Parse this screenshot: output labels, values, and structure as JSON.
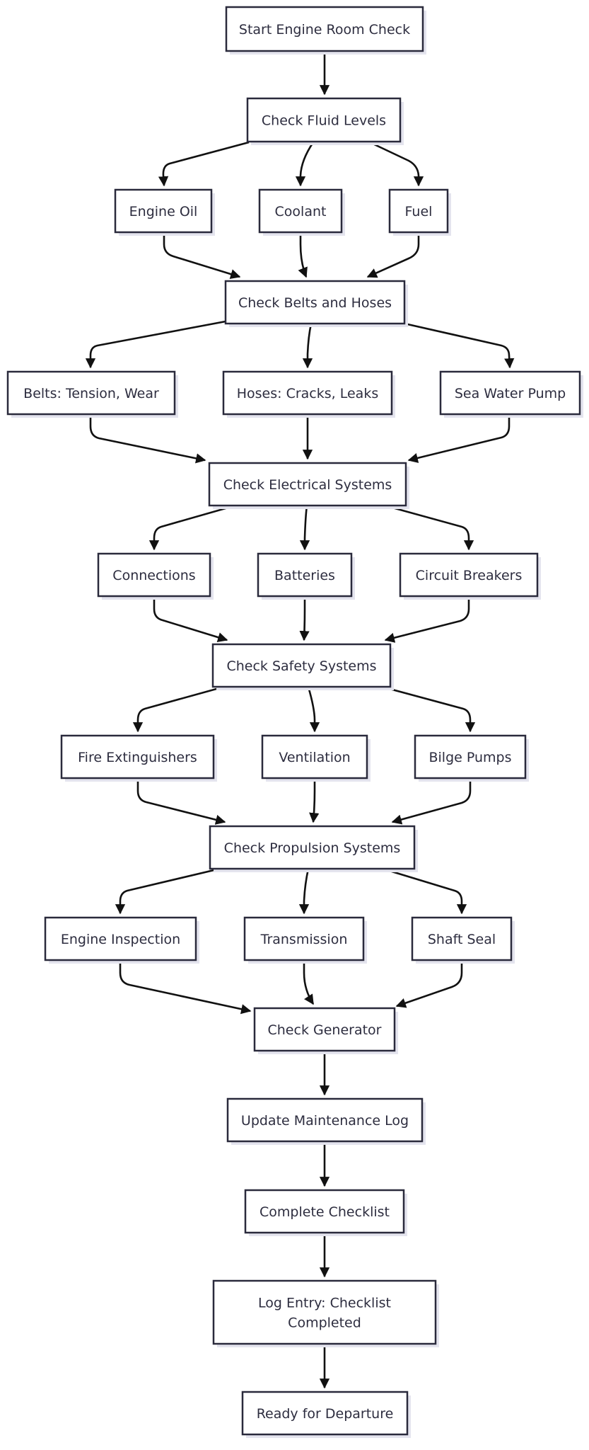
{
  "nodes": [
    {
      "id": "start",
      "label": "Start Engine Room Check"
    },
    {
      "id": "fluids",
      "label": "Check Fluid Levels"
    },
    {
      "id": "oil",
      "label": "Engine Oil"
    },
    {
      "id": "coolant",
      "label": "Coolant"
    },
    {
      "id": "fuel",
      "label": "Fuel"
    },
    {
      "id": "belts_hoses",
      "label": "Check Belts and Hoses"
    },
    {
      "id": "belts",
      "label": "Belts: Tension, Wear"
    },
    {
      "id": "hoses",
      "label": "Hoses: Cracks, Leaks"
    },
    {
      "id": "seawater",
      "label": "Sea Water Pump"
    },
    {
      "id": "electrical",
      "label": "Check Electrical Systems"
    },
    {
      "id": "connections",
      "label": "Connections"
    },
    {
      "id": "batteries",
      "label": "Batteries"
    },
    {
      "id": "breakers",
      "label": "Circuit Breakers"
    },
    {
      "id": "safety",
      "label": "Check Safety Systems"
    },
    {
      "id": "extinguishers",
      "label": "Fire Extinguishers"
    },
    {
      "id": "ventilation",
      "label": "Ventilation"
    },
    {
      "id": "bilge",
      "label": "Bilge Pumps"
    },
    {
      "id": "propulsion",
      "label": "Check Propulsion Systems"
    },
    {
      "id": "engine_insp",
      "label": "Engine Inspection"
    },
    {
      "id": "transmission",
      "label": "Transmission"
    },
    {
      "id": "shaft",
      "label": "Shaft Seal"
    },
    {
      "id": "generator",
      "label": "Check Generator"
    },
    {
      "id": "maint_log",
      "label": "Update Maintenance Log"
    },
    {
      "id": "complete",
      "label": "Complete Checklist"
    },
    {
      "id": "log_entry",
      "label": "Log Entry: Checklist\nCompleted"
    },
    {
      "id": "ready",
      "label": "Ready for Departure"
    }
  ],
  "edges": [
    [
      "start",
      "fluids"
    ],
    [
      "fluids",
      "oil"
    ],
    [
      "fluids",
      "coolant"
    ],
    [
      "fluids",
      "fuel"
    ],
    [
      "oil",
      "belts_hoses"
    ],
    [
      "coolant",
      "belts_hoses"
    ],
    [
      "fuel",
      "belts_hoses"
    ],
    [
      "belts_hoses",
      "belts"
    ],
    [
      "belts_hoses",
      "hoses"
    ],
    [
      "belts_hoses",
      "seawater"
    ],
    [
      "belts",
      "electrical"
    ],
    [
      "hoses",
      "electrical"
    ],
    [
      "seawater",
      "electrical"
    ],
    [
      "electrical",
      "connections"
    ],
    [
      "electrical",
      "batteries"
    ],
    [
      "electrical",
      "breakers"
    ],
    [
      "connections",
      "safety"
    ],
    [
      "batteries",
      "safety"
    ],
    [
      "breakers",
      "safety"
    ],
    [
      "safety",
      "extinguishers"
    ],
    [
      "safety",
      "ventilation"
    ],
    [
      "safety",
      "bilge"
    ],
    [
      "extinguishers",
      "propulsion"
    ],
    [
      "ventilation",
      "propulsion"
    ],
    [
      "bilge",
      "propulsion"
    ],
    [
      "propulsion",
      "engine_insp"
    ],
    [
      "propulsion",
      "transmission"
    ],
    [
      "propulsion",
      "shaft"
    ],
    [
      "engine_insp",
      "generator"
    ],
    [
      "transmission",
      "generator"
    ],
    [
      "shaft",
      "generator"
    ],
    [
      "generator",
      "maint_log"
    ],
    [
      "maint_log",
      "complete"
    ],
    [
      "complete",
      "log_entry"
    ],
    [
      "log_entry",
      "ready"
    ]
  ]
}
